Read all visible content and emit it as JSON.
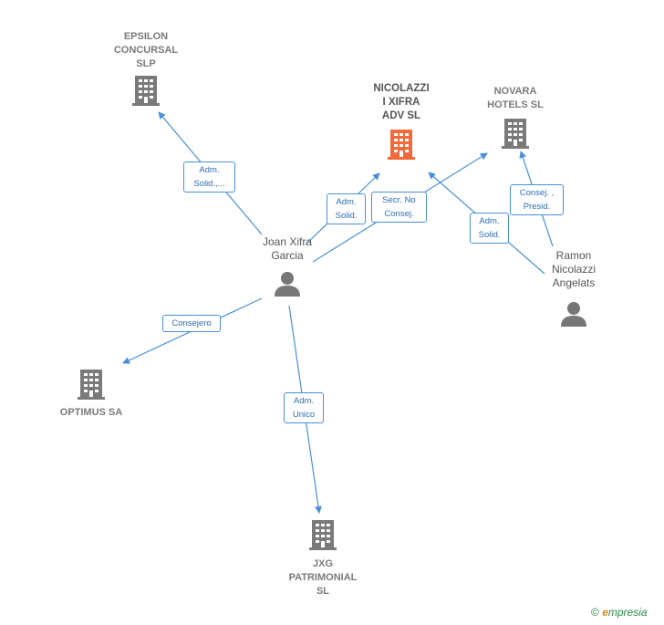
{
  "nodes": {
    "epsilon": "EPSILON\nCONCURSAL\nSLP",
    "nicolazzi": "NICOLAZZI\nI XIFRA\nADV  SL",
    "novara": "NOVARA\nHOTELS  SL",
    "optimus": "OPTIMUS SA",
    "jxg": "JXG\nPATRIMONIAL\nSL",
    "joan": "Joan Xifra\nGarcia",
    "ramon": "Ramon\nNicolazzi\nAngelats"
  },
  "edge_labels": {
    "joan_epsilon": "Adm.\nSolid.,...",
    "joan_nicolazzi": "Adm.\nSolid.",
    "joan_novara": "Secr.  No\nConsej.",
    "ramon_nicolazzi": "Adm.\nSolid.",
    "ramon_novara": "Consej. ,\nPresid.",
    "joan_optimus": "Consejero",
    "joan_jxg": "Adm.\nUnico"
  },
  "colors": {
    "main_company": "#f26a3a",
    "company": "#7a7a7a",
    "person": "#777777",
    "edge": "#4a90d9"
  },
  "icons": {
    "company": "building-icon",
    "person": "person-icon"
  },
  "footer": {
    "copyright": "©",
    "brand_initial": "e",
    "brand_rest": "mpresia"
  }
}
